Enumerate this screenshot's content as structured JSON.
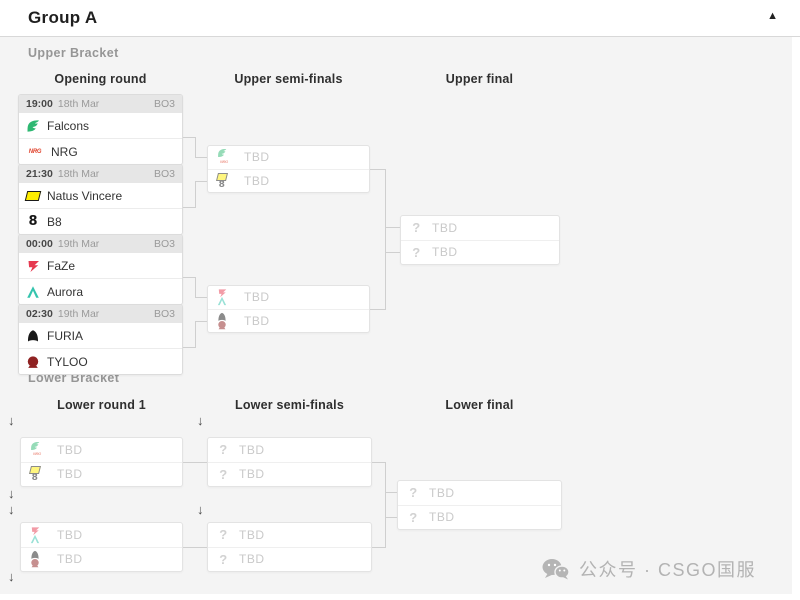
{
  "header": {
    "title": "Group A"
  },
  "icons": {
    "collapse": "▲",
    "drop_arrow": "↓",
    "question": "?"
  },
  "upper_bracket": {
    "label": "Upper Bracket",
    "columns": [
      "Opening round",
      "Upper semi-finals",
      "Upper final"
    ],
    "opening_round": [
      {
        "time": "19:00",
        "date": "18th Mar",
        "format": "BO3",
        "teams": [
          {
            "name": "Falcons",
            "icon": "falcons-icon"
          },
          {
            "name": "NRG",
            "icon": "nrg-icon"
          }
        ]
      },
      {
        "time": "21:30",
        "date": "18th Mar",
        "format": "BO3",
        "teams": [
          {
            "name": "Natus Vincere",
            "icon": "navi-icon"
          },
          {
            "name": "B8",
            "icon": "b8-icon"
          }
        ]
      },
      {
        "time": "00:00",
        "date": "19th Mar",
        "format": "BO3",
        "teams": [
          {
            "name": "FaZe",
            "icon": "faze-icon"
          },
          {
            "name": "Aurora",
            "icon": "aurora-icon"
          }
        ]
      },
      {
        "time": "02:30",
        "date": "19th Mar",
        "format": "BO3",
        "teams": [
          {
            "name": "FURIA",
            "icon": "furia-icon"
          },
          {
            "name": "TYLOO",
            "icon": "tyloo-icon"
          }
        ]
      }
    ],
    "semi_finals": [
      {
        "slots": [
          {
            "label": "TBD",
            "possible_icons": [
              "falcons-icon",
              "nrg-icon"
            ]
          },
          {
            "label": "TBD",
            "possible_icons": [
              "navi-icon",
              "b8-icon"
            ]
          }
        ]
      },
      {
        "slots": [
          {
            "label": "TBD",
            "possible_icons": [
              "faze-icon",
              "aurora-icon"
            ]
          },
          {
            "label": "TBD",
            "possible_icons": [
              "furia-icon",
              "tyloo-icon"
            ]
          }
        ]
      }
    ],
    "final": {
      "slots": [
        {
          "label": "TBD",
          "icon": "question-icon"
        },
        {
          "label": "TBD",
          "icon": "question-icon"
        }
      ]
    }
  },
  "lower_bracket": {
    "label": "Lower Bracket",
    "columns": [
      "Lower round 1",
      "Lower semi-finals",
      "Lower final"
    ],
    "round_1": [
      {
        "slots": [
          {
            "label": "TBD",
            "possible_icons": [
              "falcons-icon",
              "nrg-icon"
            ]
          },
          {
            "label": "TBD",
            "possible_icons": [
              "navi-icon",
              "b8-icon"
            ]
          }
        ]
      },
      {
        "slots": [
          {
            "label": "TBD",
            "possible_icons": [
              "faze-icon",
              "aurora-icon"
            ]
          },
          {
            "label": "TBD",
            "possible_icons": [
              "furia-icon",
              "tyloo-icon"
            ]
          }
        ]
      }
    ],
    "semi_finals": [
      {
        "slots": [
          {
            "label": "TBD",
            "icon": "question-icon"
          },
          {
            "label": "TBD",
            "icon": "question-icon"
          }
        ]
      },
      {
        "slots": [
          {
            "label": "TBD",
            "icon": "question-icon"
          },
          {
            "label": "TBD",
            "icon": "question-icon"
          }
        ]
      }
    ],
    "final": {
      "slots": [
        {
          "label": "TBD",
          "icon": "question-icon"
        },
        {
          "label": "TBD",
          "icon": "question-icon"
        }
      ]
    }
  },
  "watermark": {
    "icon": "wechat-icon",
    "text": "公众号 · CSGO国服"
  },
  "colors": {
    "falcons": "#2eb872",
    "nrg": "#e0452f",
    "navi": "#ffee00",
    "b8": "#161616",
    "faze": "#e63950",
    "aurora": "#35c4ae",
    "furia": "#191919",
    "tyloo": "#8f2222"
  }
}
